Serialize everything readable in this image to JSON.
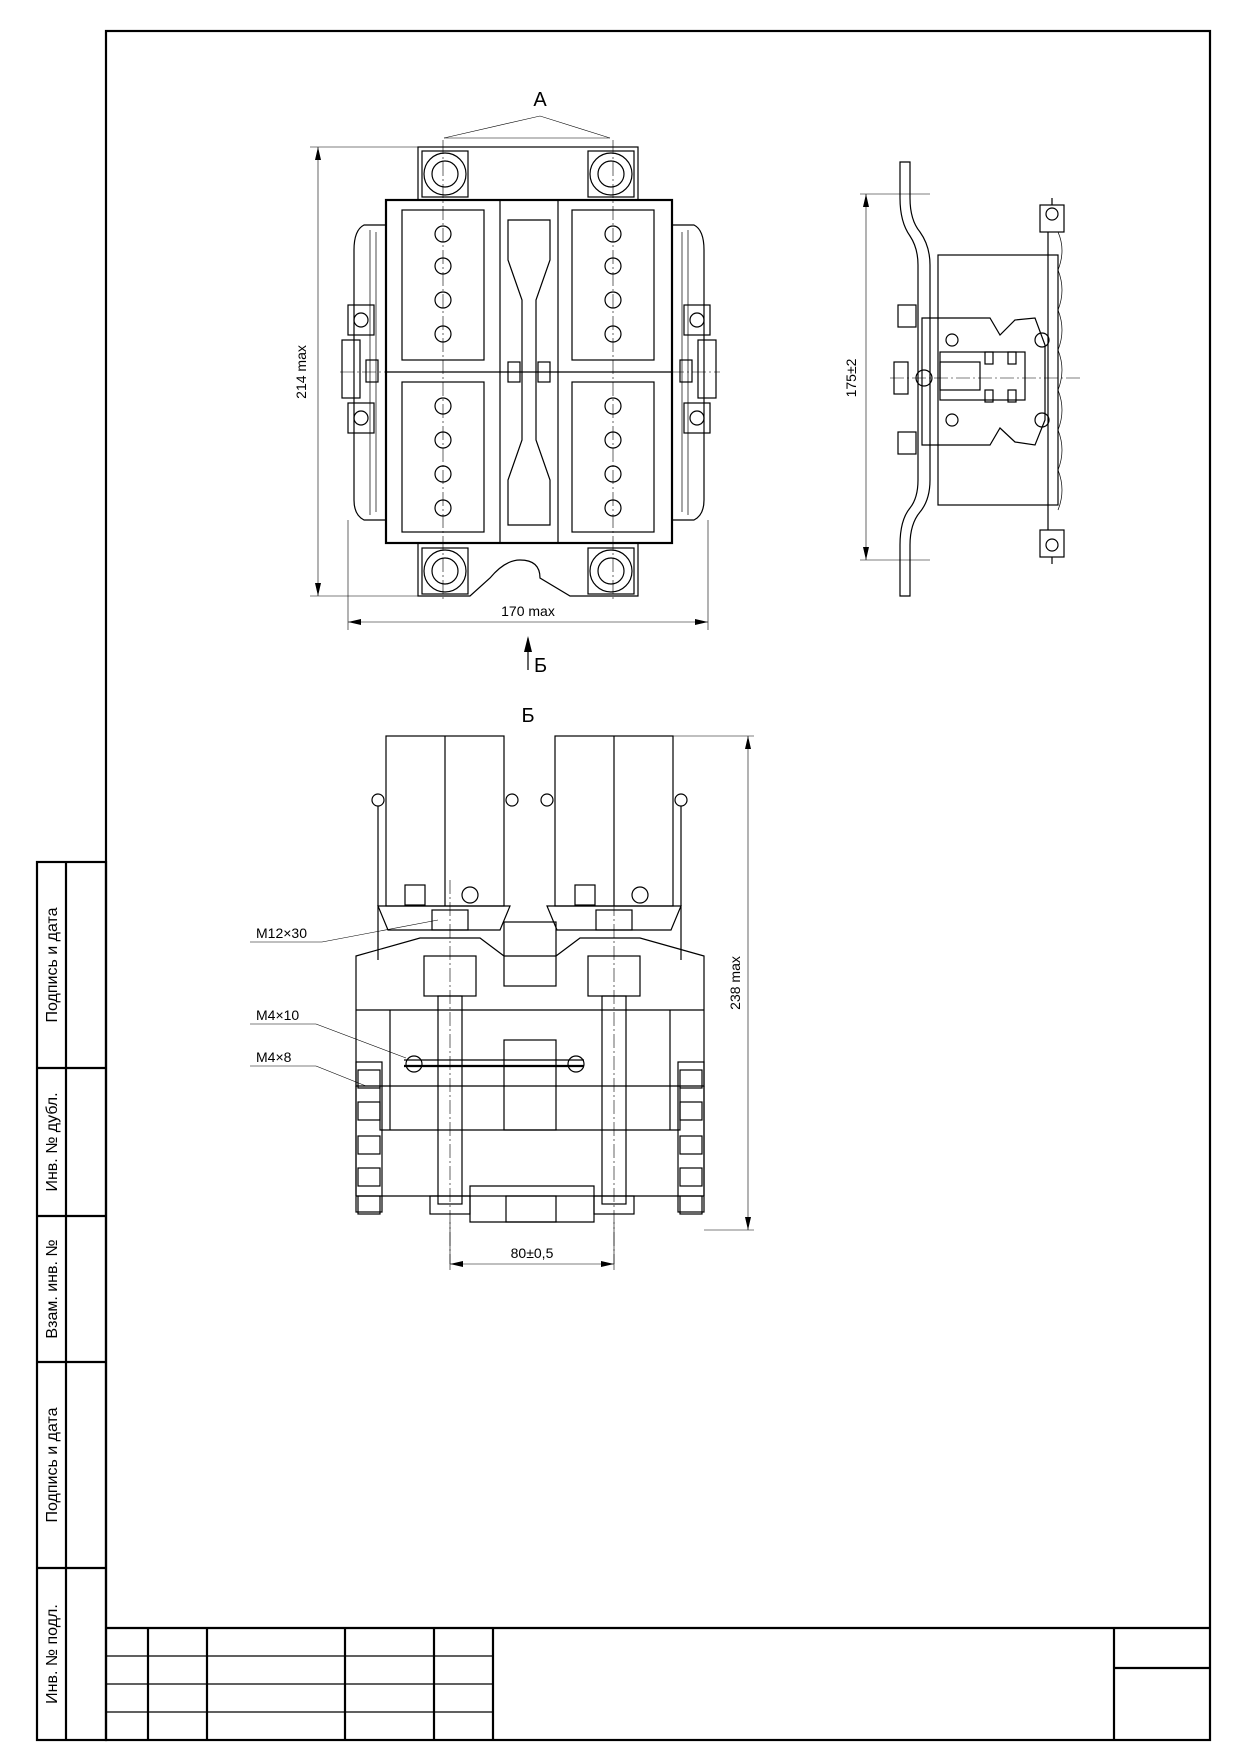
{
  "side_stamp": {
    "labels": [
      "Инв. № подл.",
      "Подпись и дата",
      "Взам. инв. №",
      "Инв. № дубл.",
      "Подпись и дата"
    ]
  },
  "views": {
    "view_a_label": "А",
    "view_b_arrow_label": "Б",
    "view_b_title": "Б"
  },
  "dimensions": {
    "height_top": "214 max",
    "width_top": "170 max",
    "side_height": "175±2",
    "height_bottom": "238 max",
    "spacing_bottom": "80±0,5"
  },
  "callouts": {
    "bolt": "M12×30",
    "screw_a": "M4×10",
    "screw_b": "M4×8"
  }
}
